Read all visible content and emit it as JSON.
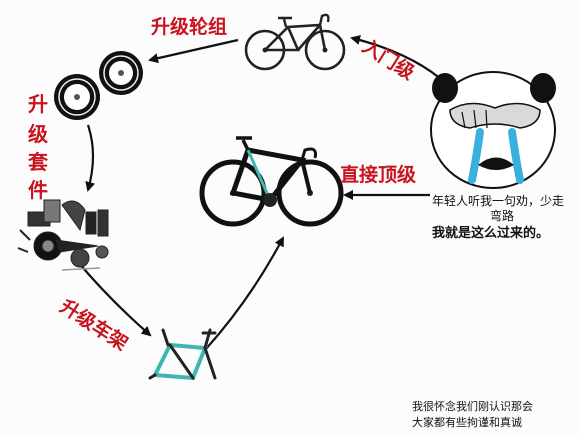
{
  "labels": {
    "upgrade_wheelset": "升级轮组",
    "entry_level": "入门级",
    "upgrade_groupset_chars": [
      "升",
      "级",
      "套",
      "件"
    ],
    "direct_top_level": "直接顶级",
    "upgrade_frame": "升级车架"
  },
  "meme_caption": {
    "line1": "年轻人听我一句劝，少走",
    "line2": "弯路",
    "line3": "我就是这么过来的。"
  },
  "footer": {
    "line1": "我很怀念我们刚认识那会",
    "line2": "大家都有些拘谨和真诚"
  },
  "colors": {
    "label_red": "#c8141e",
    "frame_teal": "#3fb7b0",
    "arrow_black": "#111111"
  },
  "icons": [
    "road-bike-image",
    "wheelset-image",
    "groupset-parts-image",
    "bare-frame-image",
    "top-level-bike-image",
    "crying-panda-face"
  ]
}
